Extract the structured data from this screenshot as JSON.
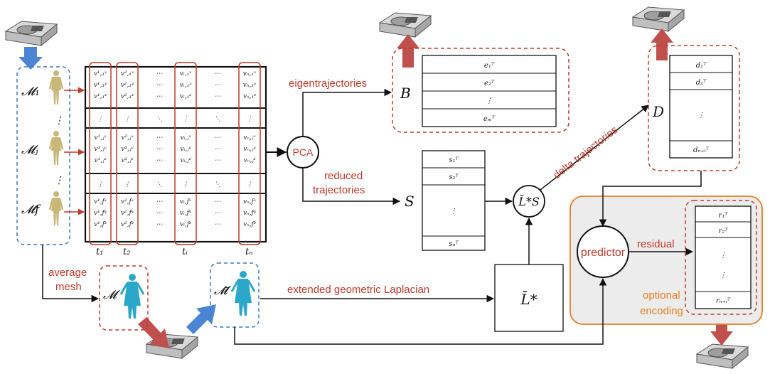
{
  "labels": {
    "eigentrajectories": "eigentrajectories",
    "reduced_trajectories_1": "reduced",
    "reduced_trajectories_2": "trajectories",
    "delta_trajectories": "delta trajectories",
    "average_mesh_1": "average",
    "average_mesh_2": "mesh",
    "extended_laplacian": "extended geometric Laplacian",
    "residual": "residual",
    "optional_encoding_1": "optional",
    "optional_encoding_2": "encoding",
    "pca": "PCA",
    "predictor": "predictor"
  },
  "math": {
    "B": "B",
    "S": "S",
    "D": "D",
    "Lbar": "L̄*",
    "LS": "L̄*S",
    "M1": "𝓜₁",
    "Mj": "𝓜ⱼ",
    "Mf": "𝓜f",
    "Mavg": "𝓜",
    "Mavg2": "𝓜̄",
    "dots": "⋮"
  },
  "matrix": {
    "col_labels": [
      "t₁",
      "t₂",
      "tᵢ",
      "tₙ"
    ],
    "row_block_1": [
      [
        "v¹,₁ˣ",
        "v²,₁ˣ",
        "⋯",
        "vᵢ,₁ˣ",
        "⋯",
        "vₙ,₁ˣ"
      ],
      [
        "v¹,₁ʸ",
        "v²,₁ʸ",
        "⋯",
        "vᵢ,₁ʸ",
        "⋯",
        "vₙ,₁ʸ"
      ],
      [
        "v¹,₁ᶻ",
        "v²,₁ᶻ",
        "⋯",
        "vᵢ,₁ᶻ",
        "⋯",
        "vₙ,₁ᶻ"
      ]
    ],
    "row_block_j": [
      [
        "v¹,ⱼˣ",
        "v²,ⱼˣ",
        "⋯",
        "vᵢ,ⱼˣ",
        "⋯",
        "vₙ,ⱼˣ"
      ],
      [
        "v¹,ⱼʸ",
        "v²,ⱼʸ",
        "⋯",
        "vᵢ,ⱼʸ",
        "⋯",
        "vₙ,ⱼʸ"
      ],
      [
        "v¹,ⱼᶻ",
        "v²,ⱼᶻ",
        "⋯",
        "vᵢ,ⱼᶻ",
        "⋯",
        "vₙ,ⱼᶻ"
      ]
    ],
    "row_block_f": [
      [
        "v¹,fˣ",
        "v²,fˣ",
        "⋯",
        "vᵢ,fˣ",
        "⋯",
        "vₙ,fˣ"
      ],
      [
        "v¹,fʸ",
        "v²,fʸ",
        "⋯",
        "vᵢ,fʸ",
        "⋯",
        "vₙ,fʸ"
      ],
      [
        "v¹,fᶻ",
        "v²,fᶻ",
        "⋯",
        "vᵢ,fᶻ",
        "⋯",
        "vₙ,fᶻ"
      ]
    ],
    "dots_row": [
      "⋮",
      "⋮",
      "⋱",
      "⋮",
      "⋱",
      "⋮"
    ]
  },
  "B_rows": [
    "e₁ᵀ",
    "e₂ᵀ",
    "⋮",
    "eₘᵀ"
  ],
  "S_rows": [
    "s₁ᵀ",
    "s₂ᵀ",
    "⋮",
    "sₙᵀ"
  ],
  "D_rows": [
    "d₁ᵀ",
    "d₂ᵀ",
    "⋮",
    "dₙ₊ᵢᵀ"
  ],
  "R_rows": [
    "r₁ᵀ",
    "r₂ᵀ",
    "⋮",
    "⋮",
    "rₙ₊ᵢᵀ"
  ],
  "colors": {
    "red": "#c0392b",
    "blue_dash": "#3a78c9",
    "orange": "#e67e22",
    "figure_gold": "#c9b77a",
    "figure_cyan": "#2ba7c9"
  }
}
